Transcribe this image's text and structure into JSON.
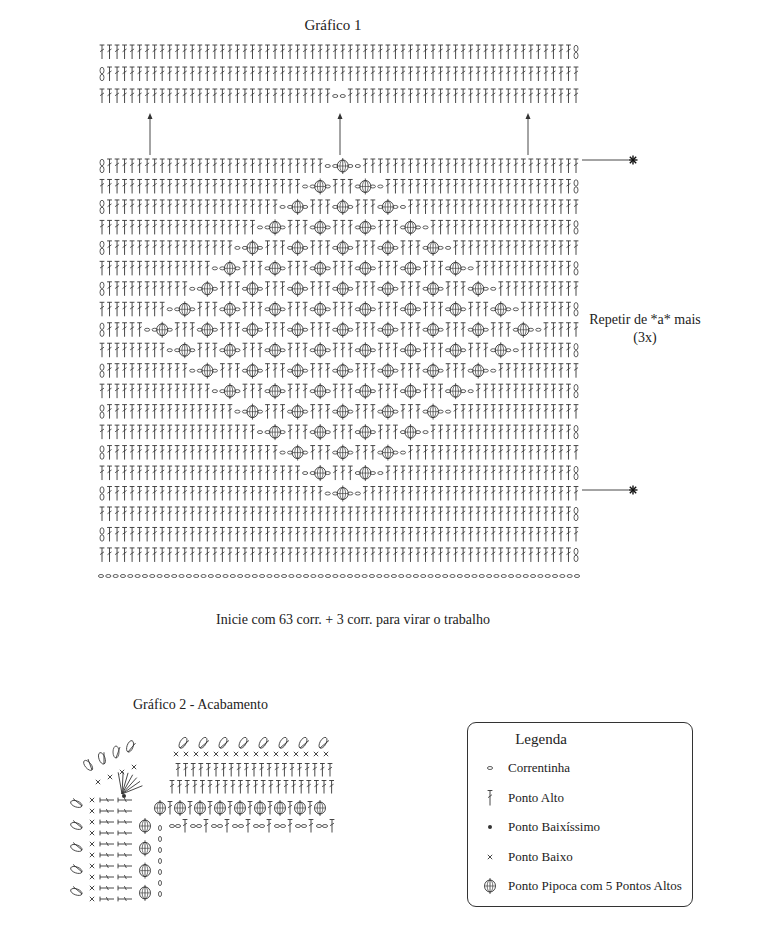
{
  "diagram": {
    "nodes": [
      {
        "text": [
          "Legenda"
        ]
      }
    ],
    "labels": [
      "Gráfico 1",
      "Repetir de *a* mais (3x)",
      "Inicie com 63 corr. + 3 corr. para virar o trabalho",
      "Gráfico 2 - Acabamento"
    ],
    "legend": [
      {
        "text": "Correntinha"
      },
      {
        "text": "Ponto Alto"
      },
      {
        "text": "Ponto Baixíssimo"
      },
      {
        "text": "Ponto Baixo"
      },
      {
        "text": "Ponto Pipoca com 5 Pontos Altos"
      }
    ]
  }
}
